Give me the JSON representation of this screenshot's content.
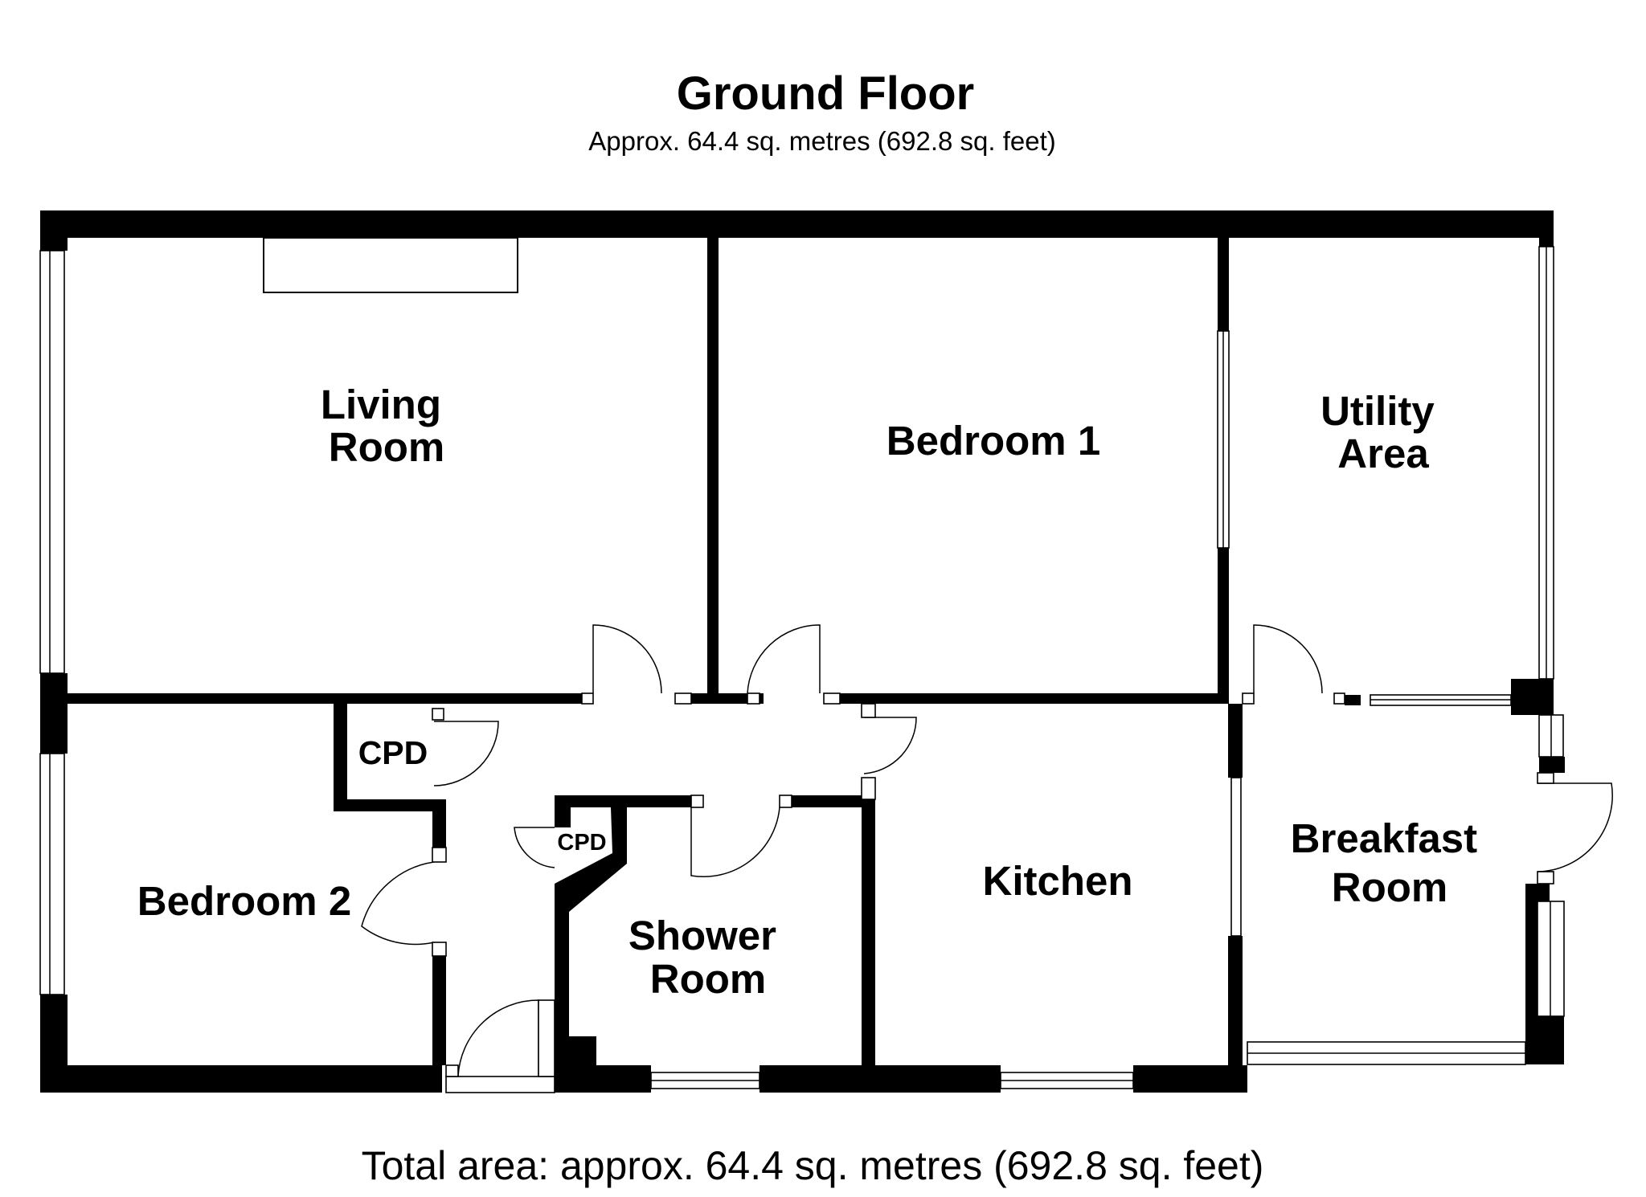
{
  "header": {
    "title": "Ground Floor",
    "subtitle": "Approx. 64.4 sq. metres (692.8 sq. feet)"
  },
  "footer": {
    "total_area": "Total area: approx. 64.4 sq. metres (692.8 sq. feet)"
  },
  "rooms": {
    "living_room": [
      "Living",
      "Room"
    ],
    "bedroom_1": "Bedroom 1",
    "utility_area": [
      "Utility",
      "Area"
    ],
    "cpd_large": "CPD",
    "cpd_small": "CPD",
    "bedroom_2": "Bedroom 2",
    "shower_room": [
      "Shower",
      "Room"
    ],
    "kitchen": "Kitchen",
    "breakfast_room": [
      "Breakfast",
      "Room"
    ]
  },
  "colors": {
    "wall": "#000000",
    "background": "#ffffff"
  }
}
